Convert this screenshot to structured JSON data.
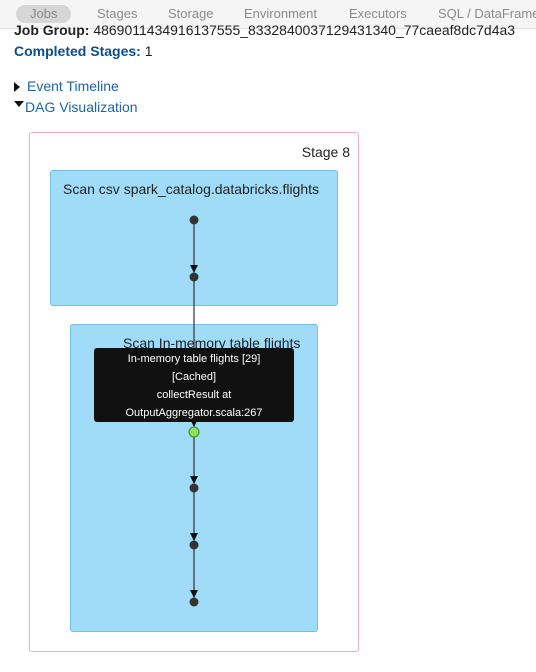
{
  "nav": {
    "tabs": [
      {
        "label": "Jobs",
        "active": true
      },
      {
        "label": "Stages",
        "active": false
      },
      {
        "label": "Storage",
        "active": false
      },
      {
        "label": "Environment",
        "active": false
      },
      {
        "label": "Executors",
        "active": false
      },
      {
        "label": "SQL / DataFrame",
        "active": false
      }
    ]
  },
  "job": {
    "group_label": "Job Group:",
    "group_value": "4869011434916137555_8332840037129431340_77caeaf8dc7d4a3",
    "completed_label": "Completed Stages:",
    "completed_value": "1"
  },
  "toggles": {
    "event_timeline": "Event Timeline",
    "dag_visualization": "DAG Visualization"
  },
  "dag": {
    "stage_label": "Stage 8",
    "clusters": [
      {
        "label": "Scan csv spark_catalog.databricks.flights"
      },
      {
        "label": "Scan In-memory table flights"
      }
    ],
    "tooltip_lines": [
      "In-memory table flights [29]",
      "[Cached]",
      "collectResult at",
      "OutputAggregator.scala:267"
    ],
    "colors": {
      "node": "#333333",
      "highlight_node": "#8ce35a",
      "cluster_fill": "#a0dcf8",
      "stage_border": "#f2a9c3"
    }
  }
}
